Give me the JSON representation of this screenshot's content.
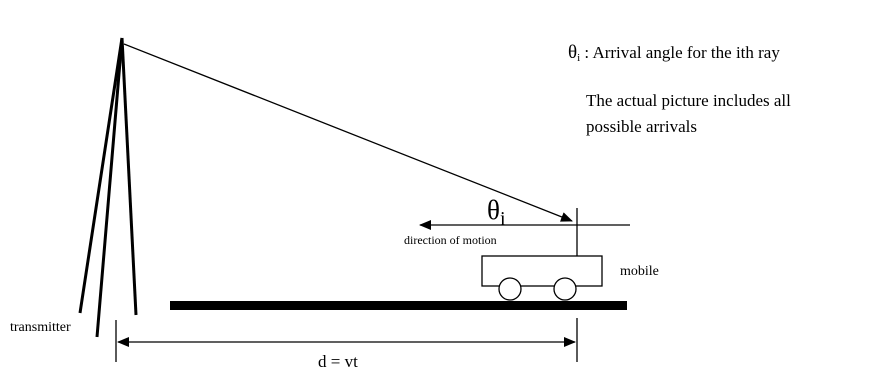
{
  "notes": {
    "theta_symbol": "θ",
    "theta_subscript": "i",
    "legend_text": " : Arrival angle for the ith ray",
    "arrivals_line1": "The actual picture includes all",
    "arrivals_line2": "possible arrivals"
  },
  "labels": {
    "angle_symbol": "θ",
    "angle_subscript": "i",
    "direction": "direction of motion",
    "mobile": "mobile",
    "transmitter": "transmitter",
    "distance": "d = vt"
  }
}
